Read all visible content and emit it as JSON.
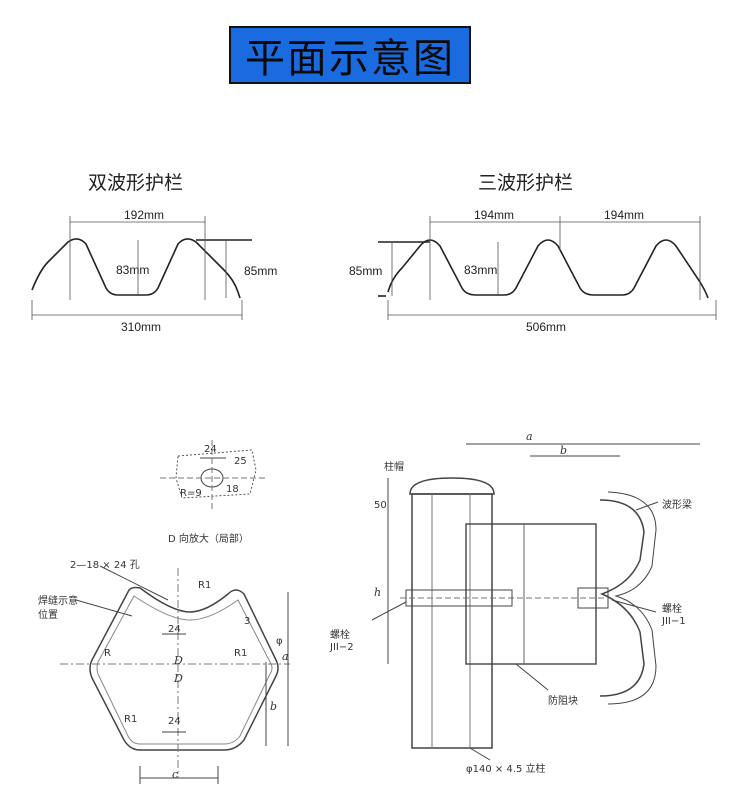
{
  "header": {
    "title": "平面示意图"
  },
  "double_wave": {
    "title": "双波形护栏",
    "width_top": "192mm",
    "depth": "83mm",
    "height": "85mm",
    "width_total": "310mm"
  },
  "triple_wave": {
    "title": "三波形护栏",
    "width_a": "194mm",
    "width_b": "194mm",
    "height": "85mm",
    "depth": "83mm",
    "width_total": "506mm"
  },
  "left_drawing": {
    "detail_24": "24",
    "detail_25": "25",
    "detail_18": "18",
    "detail_r9": "R=9",
    "view_caption": "D 向放大（局部）",
    "holes_label": "2—18 × 24 孔",
    "weld_label_1": "焊缝示意",
    "weld_label_2": "位置",
    "r1_top": "R1",
    "dim_3": "3",
    "dim_24_top": "24",
    "r_left": "R",
    "r1_right": "R1",
    "d_top": "D",
    "d_bottom": "D",
    "dim_24_bottom": "24",
    "r1_bottom": "R1",
    "dim_c": "c",
    "dim_b": "b",
    "dim_a": "a",
    "phi": "φ"
  },
  "right_drawing": {
    "label_a": "a",
    "label_b": "b",
    "cap_label": "柱帽",
    "dim_50": "50",
    "dim_h": "h",
    "wave_beam_label": "波形梁",
    "bolt_right_label": "螺栓",
    "bolt_right_code": "JII−1",
    "bolt_left_label": "螺栓",
    "bolt_left_code": "JII−2",
    "block_label": "防阻块",
    "post_label": "φ140 × 4.5 立柱"
  }
}
